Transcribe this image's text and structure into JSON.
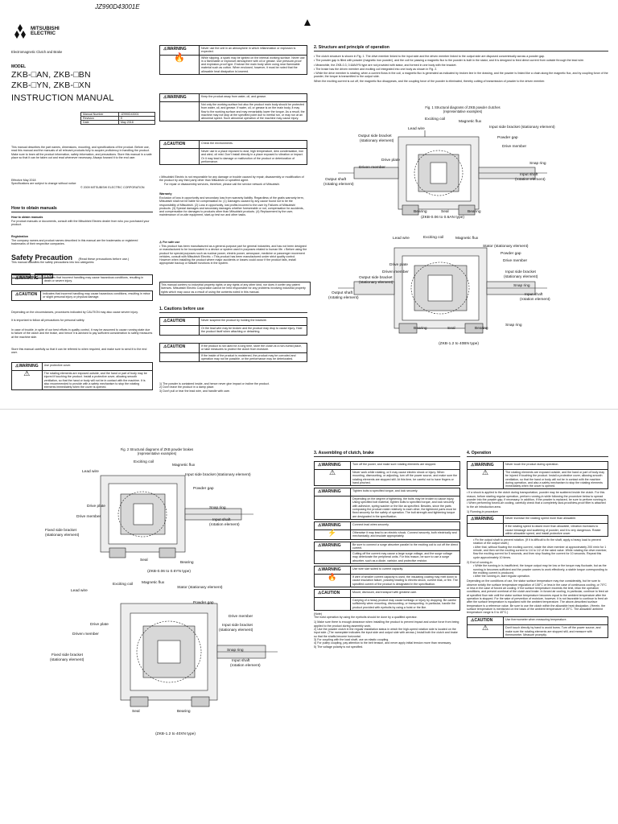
{
  "doc_code": "JZ990D43001E",
  "brand": "MITSUBISHI ELECTRIC",
  "product_category": "Electromagnetic Clutch and Brake",
  "model_label": "MODEL",
  "models": [
    "ZKB-□AN, ZKB-□BN",
    "ZKB-□YN, ZKB-□XN"
  ],
  "manual_title": "INSTRUCTION MANUAL",
  "info_table": [
    [
      "Manual Number",
      "JZ990D43001"
    ],
    [
      "Revision",
      "E"
    ],
    [
      "Date",
      "May 2018"
    ]
  ],
  "intro_text": "This manual describes the part names, dimensions, mounting, and specifications of the product. Before use, read this manual and the manuals of all relevant products fully to acquire proficiency in handling the product. Make sure to learn all the product information, safety information, and precautions. Store this manual in a safe place so that it can be taken out and read whenever necessary. Always forward it to the end user.",
  "effective": "Effective May 2018",
  "spec_change": "Specifications are subject to change without notice",
  "copyright": "© 2009 MITSUBISHI ELECTRIC CORPORATION",
  "obtain_heading": "How to obtain manuals",
  "obtain_sub": "How to obtain manuals",
  "obtain_text": "For product manuals or documents, consult with the Mitsubishi Electric dealer from who you purchased your product.",
  "registration_sub": "Registration",
  "registration_text": "The company names and product names described in this manual are the trademarks or registered trademarks of their respective companies.",
  "safety_title": "Safety Precaution",
  "safety_note": "(Read these precautions before use.)",
  "safety_intro": "This manual classifies the safety precautions into two categories:",
  "warning_label": "WARNING",
  "caution_label": "CAUTION",
  "warning_def": "Indicates that incorrect handling may cause hazardous conditions, resulting in death or severe injury.",
  "caution_def": "Indicates that incorrect handling may cause hazardous conditions, resulting in minor or slight personal injury or physical damage.",
  "caution_may": "Depending on the circumstances, procedures indicated by CAUTION may also cause severe injury.",
  "observe": "It is important to follow all precautions for personal safety.",
  "trouble_text": "In case of trouble, in spite of our best efforts in quality control, it may be assumed to cause running state due to failure of the clutch and the brake, and hence it is advised to pay sufficient consideration to safety measures at the machine side.",
  "store_text": "Store this manual carefully so that it can be referred to when required, and make sure to send it to the end user.",
  "w1_title": "Use protective cover.",
  "w1_body": "The rotating elements are exposed outside, and the hand or part of body may be injured if touching the product. Install a protective cover, allowing smooth ventilation, so that the hand or body will not be in contact with the machine. It is also recommended to provide with a safety mechanism to stop the rotating elements immediately when the cover is opened.",
  "mid_w1_title": "Never use the unit in an atmosphere in which inflammation or explosion is expected.",
  "mid_w1_body": "While slipping, a spark may be ignited on the internal working surface. Never use in a flammable or explosive atmosphere with oil or grease. Use pressure-proof and explosion-proof type. Enclose the main body when using near flammable material such as cotton. When enclosed, however, it must be noted that the allowable heat dissipation is lowered.",
  "mid_w2_title": "Keep the product away from water, oil, and grease.",
  "mid_w2_body": "Not only the working surface but also the product main body should be protected from water, oil, and grease. If water, oil, or grease is on the main body, it may flow to the working surface and may remarkably lower the torque. As a result, the machine may not stop at the specified point due to inertial run, or may run at an abnormal speed. Such abnormal operation of the machine may cause injury.",
  "mid_c1_title": "Check the environments.",
  "mid_c1_body": "Never use in a place exposed to dust, high temperature, dew condensation, iron and wind, oil mist. Don't install directly in a place exposed to vibration or impact. Or it may lead to damage or malfunction of the product or deterioration of performance.",
  "mid_bullets": [
    "• Mitsubishi Electric is not responsible for any damage or trouble caused by repair, disassembly or modification of the product by any third party other than Mitsubishi or specified agent.",
    "For repair or disassembly services, therefore, please call the service network of Mitsubishi."
  ],
  "warranty_head": "Warranty",
  "warranty_text": "Exclusion of loss in opportunity and secondary loss from warranty liability. Regardless of the gratis warranty term, Mitsubishi shall not be liable for compensation to: (1) Damages caused by any cause found not to be the responsibility of Mitsubishi. (2) Loss in opportunity, lost profits incurred to the user by Failures of Mitsubishi products. (3) Special damages and secondary damages whether foreseeable or not, compensation for accidents, and compensation for damages to products other than Mitsubishi products. (4) Replacement by the user, maintenance of on-site equipment, start-up test run and other tasks.",
  "safe_use_head": "For safe use",
  "safe_use_text": "• This product has been manufactured as a general-purpose part for general industries, and has not been designed or manufactured to be incorporated in a device or system used in purposes related to human life. • Before using the product for special purposes such as nuclear power, electric power, aerospace, medicine or passenger movement vehicles, consult with Mitsubishi Electric. • This product has been manufactured under strict quality control. However when installing the product where major accidents or losses could occur if the product fails, install appropriate backup or failsafe functions in the system.",
  "ip_text": "This manual confers no industrial property rights or any rights of any other kind, nor does it confer any patent licenses. Mitsubishi Electric Corporation cannot be held responsible for any problems involving industrial property rights which may occur as a result of using the contents noted in this manual.",
  "s1_head": "1.   Cautions before use",
  "s1_c1_title": "Never suspend the product by holding the leadwire.",
  "s1_c1_body": "Or the lead wire may be broken and the product may drop to cause injury. Hold the product itself when attaching or detaching.",
  "s1_c2_title": "If the product is not used for a long time, store the clutch at a non-humid place, or take measures to protect the clutch from moisture.",
  "s1_c2_body": "If the inside of the product is moistened, the product may be corroded and operation may not be possible, or the performance may be deteriorated.",
  "s1_notes": [
    "1)  The powder is contained inside, and hence never give impact or incline the product.",
    "2)  Don't leave the product in a damp place.",
    "3)  Don't pull or tear the lead wire, and handle with care."
  ],
  "s2_head": "2.   Structure and principle of operation",
  "s2_bullets": [
    "• The clutch structure is shown in Fig. 1. The drive member linked to the input side and the driven member linked to the output side are disposed concentrically across a powder gap.",
    "• The powder gap is filled with powder (magnetic iron powder), and the coil for passing a magnetic flux to the powder is built in the stator, and it is designed to feed direct current from outside through the lead wire.",
    "• Meanwhile, the ZKB-0.3, 0.6AN/YN type are not provided with stator, and formed in one body with the bracket.",
    "• The brake has the driven member and exciting coil integrated into one body as shown in Fig. 2.",
    "• While the drive member is rotating, when a current flows in the coil, a magnetic flux is generated as indicated by broken line in the drawing, and the powder is linked like a chain along the magnetic flux, and by coupling force of the powder, the torque is transmitted to the output side.",
    "   When the exciting current is cut off, the magnetic flux disappears, and the coupling force of the powder is eliminated, thereby cutting of transmission of powder to the driven member."
  ],
  "fig1_title": "Fig. 1  Structural diagrams of ZKB powder clutches",
  "fig1_sub": "(representative examples)",
  "fig1a_caption": "(ZKB-0.06 to 0.6AN type)",
  "fig1b_caption": "(ZKB-1.2 to 40BN type)",
  "fig2_title": "Fig. 2  Structural diagrams of ZKB powder brakes",
  "fig2_sub": "(representative examples)",
  "fig2a_caption": "(ZKB-0.06 to 0.6YN type)",
  "fig2b_caption": "(ZKB-1.2 to 40XN type)",
  "labels_fig1a": {
    "exciting_coil": "Exciting coil",
    "magnetic_flux": "Magnetic flux",
    "lead_wire": "Lead wire",
    "input_bracket": "Input side bracket (stationary element)",
    "output_bracket": "Output side bracket",
    "output_bracket2": "(stationary element)",
    "powder_gap": "Powder gap",
    "drive_member": "Drive member",
    "drive_plate": "Drive plate",
    "driven_member": "Driven member",
    "snap_ring": "Snap ring",
    "output_shaft": "Output shaft",
    "output_shaft2": "(rotating element)",
    "input_shaft": "Input shaft",
    "input_shaft2": "(rotation element)",
    "bearing": "Bearing",
    "seal": "Seal"
  },
  "labels_fig1b": {
    "lead_wire": "Lead wire",
    "exciting_coil": "Exciting coil",
    "magnetic_flux": "Magnetic flux",
    "stator": "Stator (stationary element)",
    "powder_gap": "Powder gap",
    "drive_member": "Drive member",
    "drive_plate": "Drive plate",
    "driven_member": "Driven member",
    "output_bracket": "Output side bracket",
    "output_bracket2": "(stationary element)",
    "input_bracket": "Input side bracket",
    "input_bracket2": "(stationary element)",
    "snap_ring": "Snap ring",
    "output_shaft": "Output shaft",
    "output_shaft2": "(rotating element)",
    "input_shaft": "Input shaft",
    "input_shaft2": "(rotation element)",
    "bearing": "Bearing",
    "seal": "Seal"
  },
  "labels_fig2a": {
    "exciting_coil": "Exciting coil",
    "magnetic_flux": "Magnetic flux",
    "lead_wire": "Lead wire",
    "input_bracket": "Input side bracket (stationary element)",
    "powder_gap": "Powder gap",
    "drive_plate": "Drive plate",
    "drive_member": "Drive member",
    "snap_ring": "Snap ring",
    "fixed_bracket": "Fixed side bracket",
    "fixed_bracket2": "(stationary element)",
    "input_shaft": "Input shaft",
    "input_shaft2": "(rotation element)",
    "seal": "Seal",
    "bearing": "Bearing"
  },
  "labels_fig2b": {
    "exciting_coil": "Exciting coil",
    "magnetic_flux": "Magnetic flux",
    "lead_wire": "Lead wire",
    "stator": "Stator (stationary element)",
    "powder_gap": "Powder gap",
    "drive_member": "Drive member",
    "drive_plate": "Drive plate",
    "driven_member": "Driven member",
    "input_bracket": "Input side bracket",
    "input_bracket2": "(stationary element)",
    "snap_ring": "Snap ring",
    "fixed_bracket": "Fixed side bracket",
    "fixed_bracket2": "(stationary element)",
    "input_shaft": "Input shaft",
    "input_shaft2": "(rotation element)",
    "seal": "Seal",
    "bearing": "Bearing"
  },
  "s3_head": "3.   Assembling of clutch, brake",
  "s3_blocks": [
    {
      "type": "WARNING",
      "title": "Turn off the power, and make sure rotating elements are stopped.",
      "body": "Never work while rotating, or it may cause electric shock or injury. When mounting, dismounting, or adjusting, turn off the power source, and make sure the rotating elements are stopped still. At this time, be careful not to have fingers or hand pinched."
    },
    {
      "type": "WARNING",
      "title": "Tighten bolts to specified torque, and lock securely.",
      "body": "Depending on the degree of tightening, the bolts may be broken to cause injury. Using specified bolt material, tighten bolts to specified torque, and lock securely with adhesive, spring washer or the like as specified. Besides, since the parts composing the product rotate relatively to each other, the tightened parts must be fixed securely for the safety of operation. The bolt strength and tightening torque are designated in the specification."
    },
    {
      "type": "WARNING",
      "title": "Connect lead wires securely.",
      "body": "Otherwise it may lead to an electric shock. Connect securely, both electrically and mechanically, and insulate appropriately."
    },
    {
      "type": "WARNING",
      "title": "Be sure to connect a surge absorber parallel to the exciting coil to cut off the direct current.",
      "body": "Cutting off the current may cause a large surge voltage, and the surge voltage may deteriorate the peripheral units. For this reason, be sure to use a surge absorber, such as a diode, varistor, and protective resistor."
    },
    {
      "type": "WARNING",
      "title": "Use wire size suited to current capacity.",
      "body": "If wire of smaller current capacity is used, the insulating coating may melt down to cause insulation failure, possibly leading to electric shock, current leak, or fire. The specified current of the product is designated in the specification."
    },
    {
      "type": "CAUTION",
      "title": "Mount, dismount, and transport with greatest care.",
      "body": "Carrying of a heavy product may cause lumbago or injury by dropping. Be careful sufficiently when mounting, dismounting, or transporting. In particular, handle the product provided with eyebolts by using a hoist or the like."
    }
  ],
  "s3_note_head": "(Note)",
  "s3_note_text": "The hoist operation by using the eyebolts should be done by a qualified operator.",
  "s3_items": [
    "1)  Make sure there is enough clearance when installing the product to prevent impact and undue force from being applied to the product during assembly work.",
    "2)  Use the powder clutch in the regular installation status in which the high-speed rotation side is located on the input side. (The nameplate indicates the input side and output side with arrows.) Install both the clutch and brake so that the shafts become horizontal.",
    "3)  For coupling with the load shaft, use an elastic coupling.",
    "4)  For pulley coupling, pay attention to the belt tension, and never apply initial tension more than necessary.",
    "5)  The voltage polarity is not specified."
  ],
  "s4_head": "4.   Operation",
  "s4_w1_title": "Never touch the product during operation.",
  "s4_w1_body": "The rotating elements are exposed outside, and the hand or part of body may be injured if touching the product. Install a protective cover, allowing smooth ventilation, so that the hand or body will not be in contact with the machine during operation, and also a safety mechanism to stop the rotating elements immediately when the cover is opened.",
  "s4_bullets": [
    "• If a shock is applied to the clutch during transportation, powder may be scattered inside the clutch. For this reason, before starting regular operation, perform running-in while following the procedure below to spread powder into the powder gap, if necessary. In addition, if the powder is replaced, be sure to perform running-in.",
    "• When performing forced-air cooling, carefully check that a completely dust-proof/dew-proof filter is attached to the air introduction area."
  ],
  "s4_sub1": "1)  Running-in procedure",
  "s4_w2_title": "Never increase the rotating speed more than allowable.",
  "s4_w2_body": "If the rotating speed is raised more than allowable, vibration increases to cause breakage and scattering of powder, and it is very dangerous. Rotate within allowable speed, and install protective cover.",
  "s4_run_bullets": [
    "• Fix the output shaft to prevent rotation. (If it is difficult to fix the shaft, apply a heavy load to prevent rotation of the output shaft.)",
    "• After that, without flowing the exciting current, rotate the drive member at approximately 200 r/min for 1 minute, and then set the exciting current to 1/4 to 1/2 of the rated value. While rotating the drive member, flow the exciting current for 5 seconds, and then stop flowing the current for 10 seconds. Repeat this cycle approximately 10 times."
  ],
  "s4_sub2": "2)  End of running-in",
  "s4_end_bullets": [
    "• While the running-in is insufficient, the torque output may be low or the torque may fluctuate, but as the running-in becomes sufficient and the powder comes to work effectively, a stable torque corresponding to the exciting current is produced.",
    "• After the running-in, start regular operation."
  ],
  "s4_para": "Depending on the conditions of use, the stator surface temperature may rise considerably, but be sure to observe strictly the surface temperature regulation of 108°C or less in the case of continuous cooling, or 70°C or less in the case of forced air cooling. If the surface temperature exceeds the limit, relax the operation conditions, and prevent overheat of the clutch and brake. In forced air cooling, in particular, continue to feed air at specified flow rate until the stator surface temperature becomes equal to the ambient temperature after the operation is stopped. For the sake of prevention of moisture, however, it is not favorable to continue to feed air after the surface temperature is equalized with the ambient temperature. The above-described surface temperature is a reference value. Be sure to use the clutch within the allowable heat dissipation. (Herein, the surface temperature is mentioned on the basis of the ambient temperature of 20°C. The allowable ambient temperature range is 0 to 40°C.)",
  "s4_c1_title": "Use thermometer when measuring temperature.",
  "s4_c1_body": "Don't touch directly by hand to avoid burns. Turn off the power source, and make sure the rotating elements are stopped still, and measure with thermometer. Measure promptly."
}
